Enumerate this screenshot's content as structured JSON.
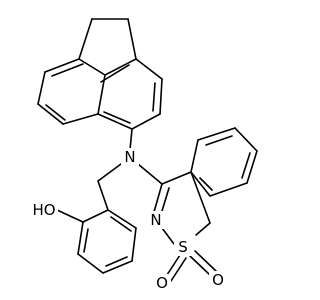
{
  "molecule": {
    "atoms": {
      "nitrogen_amine": "N",
      "nitrogen_ring": "N",
      "sulfur": "S",
      "oxygen_sulfonyl_1": "O",
      "oxygen_sulfonyl_2": "O",
      "hydroxyl": "HO"
    },
    "colors": {
      "bond": "#000000",
      "label": "#000000",
      "background": "#ffffff"
    }
  }
}
